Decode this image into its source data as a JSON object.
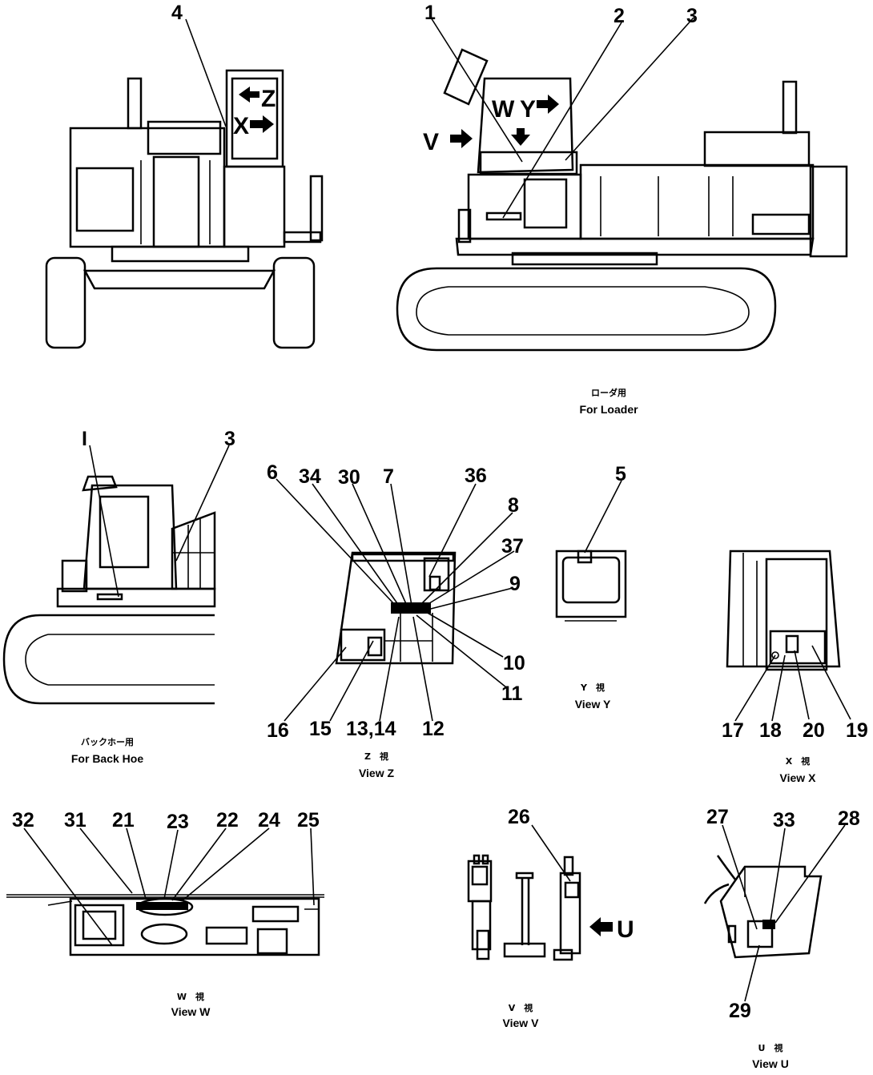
{
  "callouts": {
    "n1": "1",
    "n2": "2",
    "n3": "3",
    "n4": "4",
    "n5": "5",
    "n6": "6",
    "n7": "7",
    "n8": "8",
    "n9": "9",
    "n10": "10",
    "n11": "11",
    "n12": "12",
    "n13_14": "13,14",
    "n15": "15",
    "n16": "16",
    "n17": "17",
    "n18": "18",
    "n19": "19",
    "n20": "20",
    "n21": "21",
    "n22": "22",
    "n23": "23",
    "n24": "24",
    "n25": "25",
    "n26": "26",
    "n27": "27",
    "n28": "28",
    "n29": "29",
    "n30": "30",
    "n31": "31",
    "n32": "32",
    "n33": "33",
    "n34": "34",
    "n36": "36",
    "n37": "37",
    "n1b": "I",
    "n3b": "3"
  },
  "view_arrows": {
    "z": "Z",
    "x": "X",
    "w": "W",
    "y": "Y",
    "v": "V",
    "u": "U"
  },
  "captions": {
    "loader_jp": "ローダ用",
    "loader": "For Loader",
    "backhoe_jp": "バックホー用",
    "backhoe": "For Back Hoe",
    "view_z_jp": "Z　視",
    "view_z": "View Z",
    "view_y_jp": "Y　視",
    "view_y": "View Y",
    "view_x_jp": "X　視",
    "view_x": "View X",
    "view_w_jp": "W　視",
    "view_w": "View W",
    "view_v_jp": "V　視",
    "view_v": "View V",
    "view_u_jp": "U　視",
    "view_u": "View U"
  }
}
